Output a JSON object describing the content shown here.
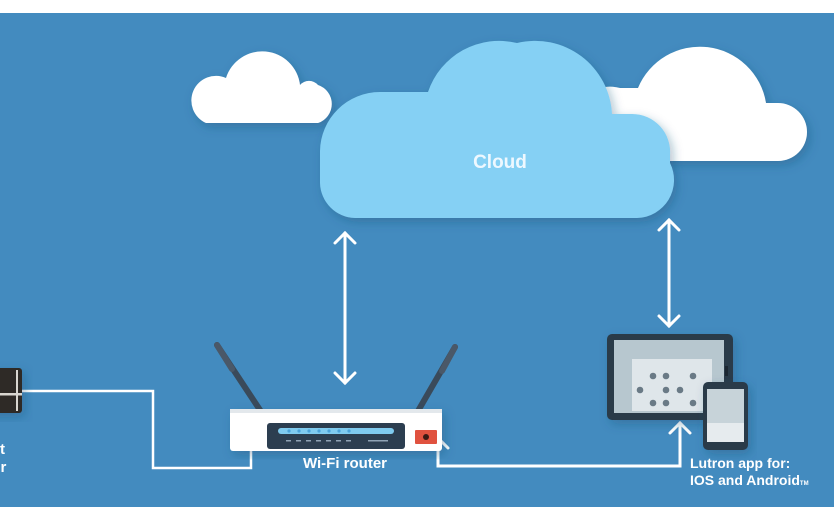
{
  "diagram": {
    "title": "Lutron connected system overview",
    "colors": {
      "background": "#438bbf",
      "main_cloud": "#85d0f4",
      "side_clouds": "#ffffff",
      "connector": "#ffffff",
      "router_body": "#ffffff",
      "router_panel": "#2c3e50",
      "router_leds": "#7fcbef",
      "router_power": "#e0523f",
      "device_frame": "#2b3a4a"
    },
    "nodes": {
      "cloud": {
        "label": "Cloud",
        "icon": "cloud-icon"
      },
      "router": {
        "label": "Wi-Fi router",
        "icon": "wifi-router-icon"
      },
      "app": {
        "label_line1": "Lutron app for:",
        "label_line2": "IOS and Android",
        "trademark": "TM",
        "icon": "tablet-phone-icon"
      },
      "hub": {
        "label_line1": "t",
        "label_line2": "nter",
        "icon": "smart-bridge-icon"
      }
    },
    "connections": [
      {
        "from": "router",
        "to": "cloud",
        "type": "bidirectional-arrow"
      },
      {
        "from": "app",
        "to": "cloud",
        "type": "bidirectional-arrow"
      },
      {
        "from": "hub",
        "to": "router",
        "type": "wired-line"
      },
      {
        "from": "app",
        "to": "router",
        "type": "arrow-to-router"
      }
    ]
  }
}
